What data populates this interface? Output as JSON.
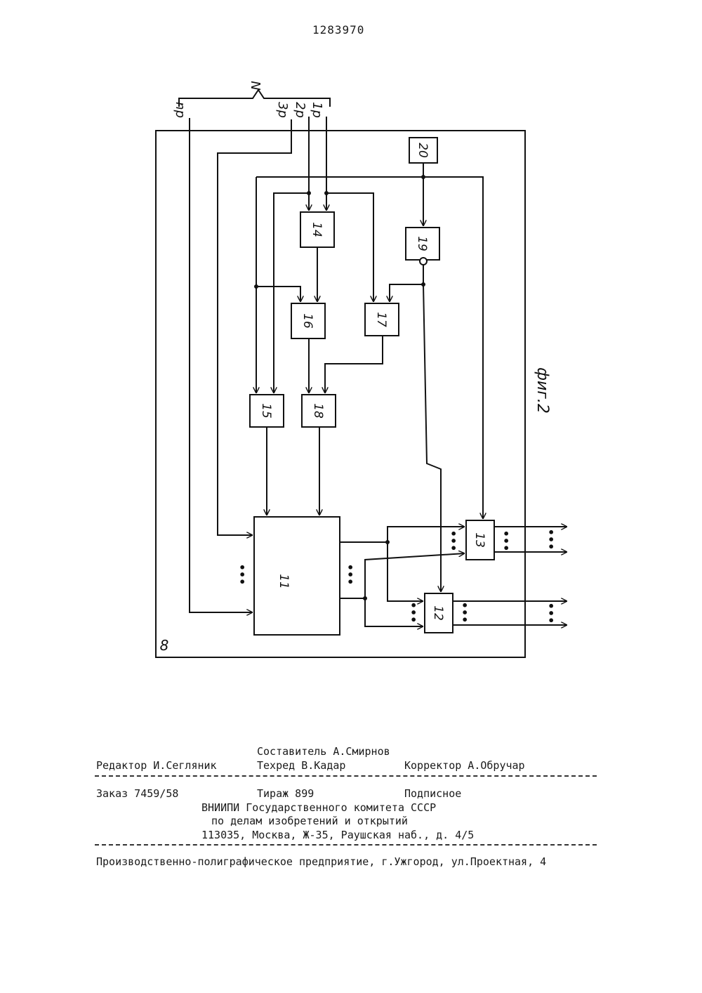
{
  "header": {
    "patent_number": "1283970"
  },
  "figure": {
    "caption": "фиг.2",
    "bus_label": "N",
    "frame_label": "8",
    "input_labels": [
      "np",
      "3p",
      "2p",
      "1p"
    ],
    "blocks": [
      "11",
      "12",
      "13",
      "14",
      "15",
      "16",
      "17",
      "18",
      "19",
      "20"
    ],
    "ellipsis": "•••"
  },
  "colophon": {
    "composer": "Составитель А.Смирнов",
    "editor": "Редактор И.Сегляник",
    "techred": "Техред В.Кадар",
    "corrector": "Корректор А.Обручар",
    "order": "Заказ 7459/58",
    "circulation": "Тираж 899",
    "subscription": "Подписное",
    "institution_1": "ВНИИПИ Государственного комитета СССР",
    "institution_2": "по делам изобретений и открытий",
    "address": "113035, Москва, Ж-35, Раушская наб., д. 4/5",
    "printer": "Производственно-полиграфическое предприятие, г.Ужгород, ул.Проектная, 4"
  }
}
